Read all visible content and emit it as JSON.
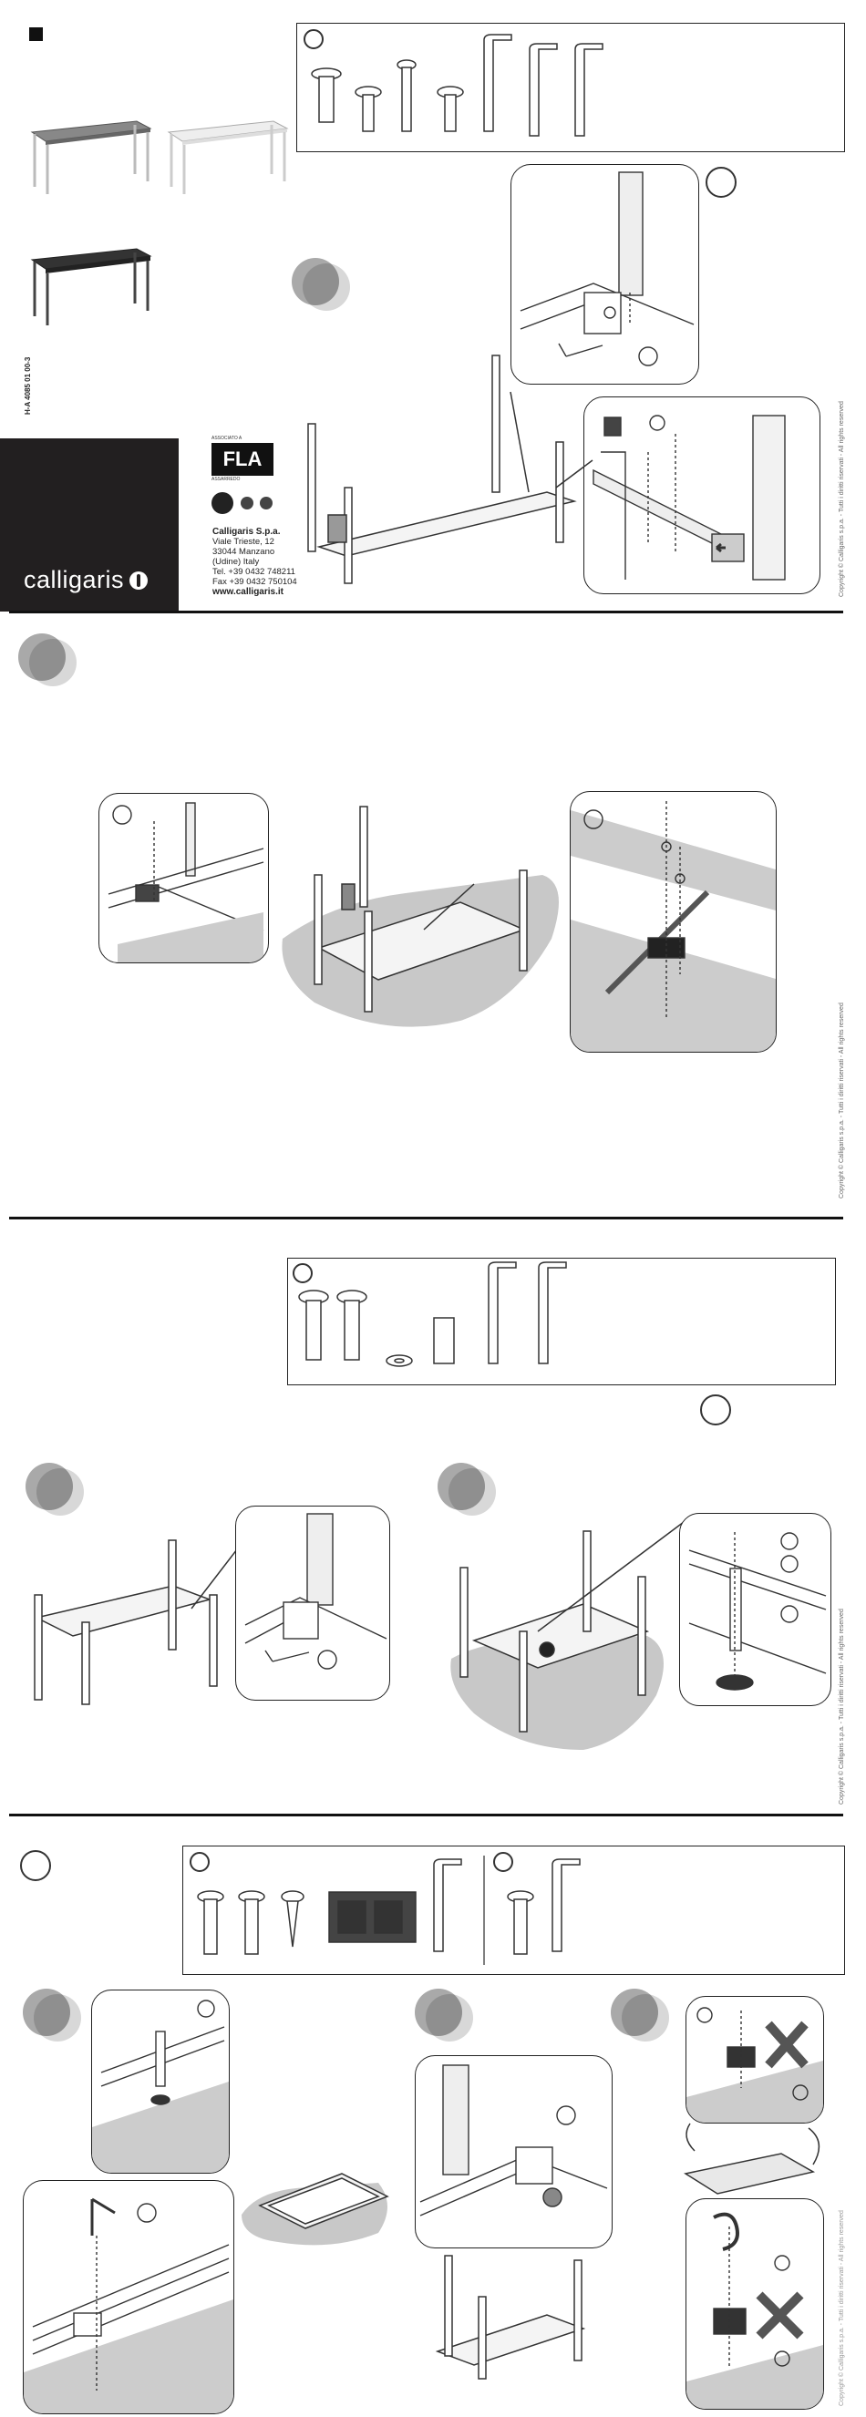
{
  "document": {
    "number": "H-A 4085 01 00-3",
    "brand": "calligaris",
    "associated_label": "ASSOCIATO A",
    "fla_logo": "FLA",
    "fla_caption": "ASSARREDO",
    "company": {
      "name": "Calligaris S.p.a.",
      "address1": "Viale Trieste, 12",
      "address2": "33044 Manzano",
      "address3": "(Udine) Italy",
      "tel": "Tel. +39 0432 748211",
      "fax": "Fax +39 0432 750104",
      "web": "www.calligaris.it"
    },
    "copyright": "Copyright © Calligaris s.p.a. - Tutti i diritti riservati - All rights reserved"
  },
  "icons": {
    "tool": "allen-key-icon",
    "rotate": "rotate-arrow-icon"
  },
  "colors": {
    "ink": "#222222",
    "step_dark": "#a9a9a9",
    "step_light": "#d8d8d8",
    "shadow": "#c8c8c8",
    "brand_block": "#221f20"
  }
}
